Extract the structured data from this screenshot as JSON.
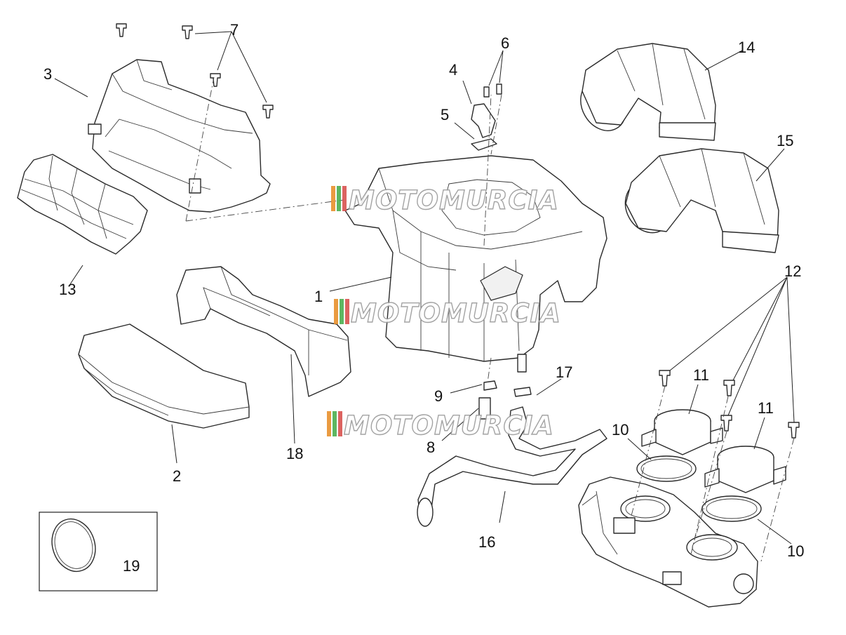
{
  "callouts": {
    "c1": "1",
    "c2": "2",
    "c3": "3",
    "c4": "4",
    "c5": "5",
    "c6": "6",
    "c7": "7",
    "c8": "8",
    "c9": "9",
    "c10a": "10",
    "c10b": "10",
    "c11a": "11",
    "c11b": "11",
    "c12": "12",
    "c13": "13",
    "c14": "14",
    "c15": "15",
    "c16": "16",
    "c17": "17",
    "c18": "18",
    "c19": "19"
  },
  "watermark": {
    "text": "MOTOMURCIA",
    "stripe_colors": [
      "#e8912d",
      "#4caf50",
      "#d9534f"
    ]
  },
  "colors": {
    "line": "#2a2a2a",
    "background": "#ffffff"
  }
}
